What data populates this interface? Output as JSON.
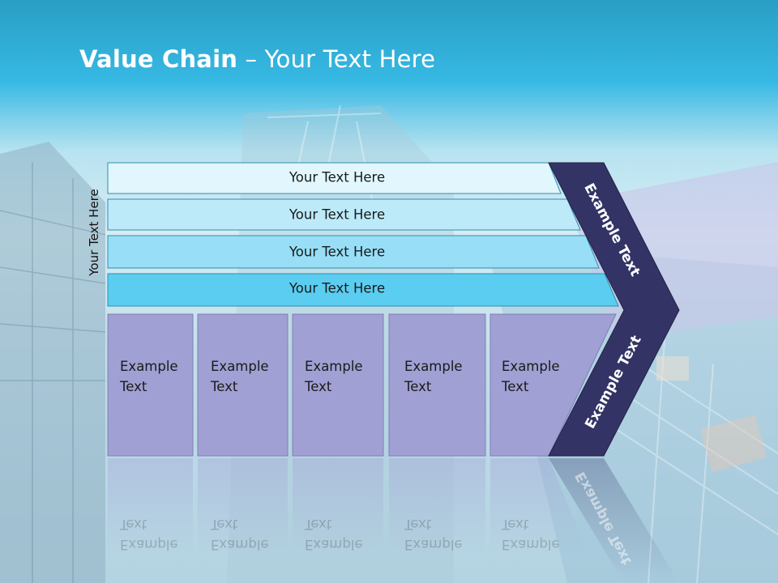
{
  "slide": {
    "title_bold": "Value Chain",
    "title_rest": " – Your Text Here",
    "side_label": "Your Text Here"
  },
  "bars": [
    {
      "label": "Your Text Here",
      "color": "#e1f6fd"
    },
    {
      "label": "Your Text Here",
      "color": "#bdeaf9"
    },
    {
      "label": "Your Text Here",
      "color": "#97def6"
    },
    {
      "label": "Your Text Here",
      "color": "#5bcdf0"
    }
  ],
  "columns": [
    {
      "line1": "Example",
      "line2": "Text"
    },
    {
      "line1": "Example",
      "line2": "Text"
    },
    {
      "line1": "Example",
      "line2": "Text"
    },
    {
      "line1": "Example",
      "line2": "Text"
    },
    {
      "line1": "Example",
      "line2": "Text"
    }
  ],
  "chevron": {
    "upper_label": "Example Text",
    "lower_label": "Example Text",
    "color": "#333366"
  },
  "colors": {
    "column_fill": "#a0a0d4",
    "bar_stroke": "#2f8fb0",
    "header_band": "#36b9e4"
  }
}
